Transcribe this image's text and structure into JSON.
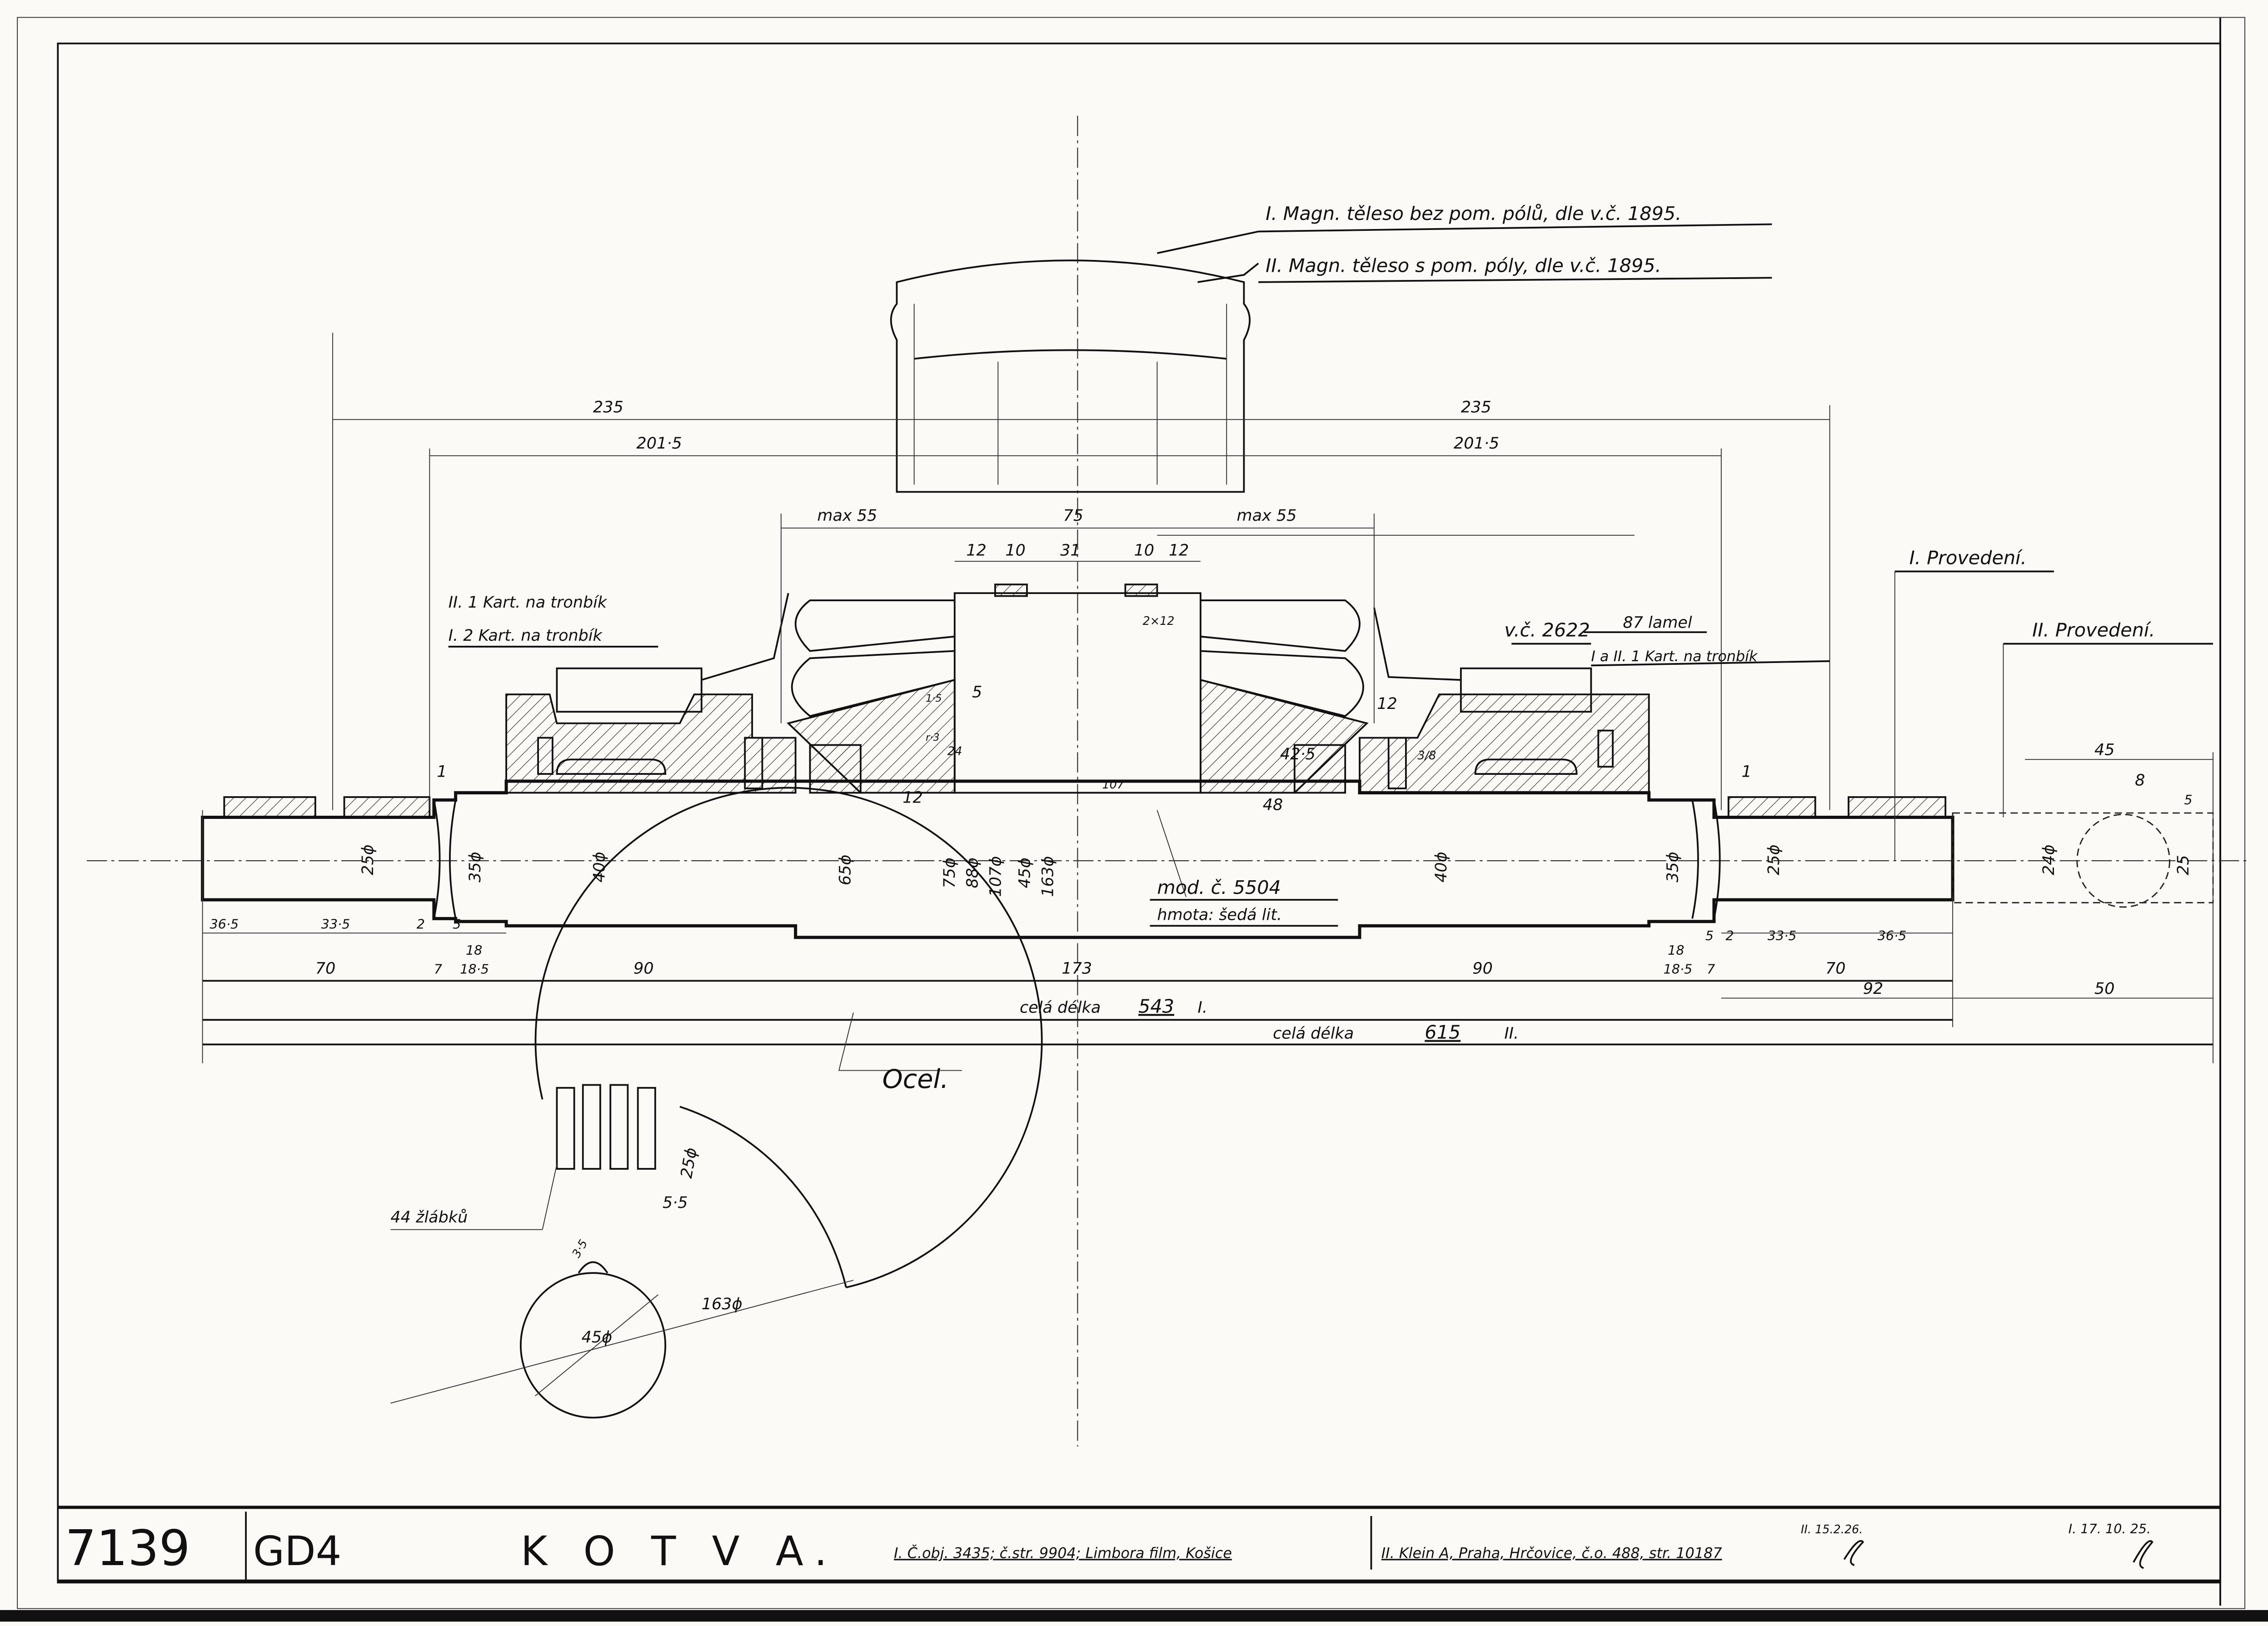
{
  "title_block": {
    "drawing_number": "7139",
    "code": "GD4",
    "title": "K O T V A.",
    "order_I": "I. Č.obj. 3435; č.str. 9904; Limbora film, Košice",
    "order_II": "II. Klein A, Praha, Hrčovice, č.o. 488, str. 10187",
    "date_II": "II. 15.2.26.",
    "date_I": "I. 17. 10. 25."
  },
  "notes": {
    "magnet_I": "I. Magn. těleso bez pom. pólů, dle v.č. 1895.",
    "magnet_II": "II. Magn. těleso s pom. póly, dle v.č. 1895.",
    "kart_II": "II. 1 Kart. na tronbík",
    "kart_I": "I. 2 Kart. na tronbík",
    "vc": "v.č. 2622",
    "lamel": "87 lamel",
    "kart_both": "I a II. 1 Kart. na tronbík",
    "provedeni_I": "I. Provedení.",
    "provedeni_II": "II. Provedení.",
    "model": "mod. č. 5504",
    "material_cast": "hmota: šedá lit.",
    "material_shaft": "Ocel.",
    "slots": "44 žlábků"
  },
  "dimensions": {
    "top_235_left": "235",
    "top_235_right": "235",
    "top_2015_left": "201·5",
    "top_2015_right": "201·5",
    "max55_left": "max 55",
    "core_75": "75",
    "max55_right": "max 55",
    "d12a": "12",
    "d10a": "10",
    "d31": "31",
    "d10b": "10",
    "d12b": "12",
    "slot_2x12": "2×12",
    "d5": "5",
    "d1_5": "1·5",
    "r3": "r·3",
    "d24": "24",
    "d12_left": "12",
    "d107": "107",
    "d12_right": "12",
    "d42_5": "42·5",
    "d48": "48",
    "d3_8": "3/8",
    "d1_left": "1",
    "d1_right": "1",
    "dia_25_left": "25ϕ",
    "dia_35_left": "35ϕ",
    "dia_40_left": "40ϕ",
    "dia_65": "65ϕ",
    "dia_75": "75ϕ",
    "dia_88": "88ϕ",
    "dia_107": "107ϕ",
    "dia_45": "45ϕ",
    "dia_163": "163ϕ",
    "dia_40_right": "40ϕ",
    "dia_35_right": "35ϕ",
    "dia_25_right": "25ϕ",
    "dia_24": "24ϕ",
    "dia_25_end": "25",
    "end_45": "45",
    "end_8": "8",
    "end_5": "5",
    "sub_365_left": "36·5",
    "sub_335_left": "33·5",
    "sub_2_left": "2",
    "sub_5_left": "5",
    "sub_5_right": "5",
    "sub_2_right": "2",
    "sub_335_right": "33·5",
    "sub_365_right": "36·5",
    "len_70_left": "70",
    "len_7_left": "7",
    "len_18_left": "18",
    "len_185_left": "18·5",
    "len_90_left": "90",
    "len_173": "173",
    "len_90_right": "90",
    "len_18_right": "18",
    "len_185_right": "18·5",
    "len_7_right": "7",
    "len_70_right": "70",
    "len_92": "92",
    "len_50": "50",
    "total_I_label": "celá délka",
    "total_I_value": "543",
    "total_I_variant": "I.",
    "total_II_label": "celá délka",
    "total_II_value": "615",
    "total_II_variant": "II.",
    "sec_25": "25ϕ",
    "sec_5_5": "5·5",
    "sec_3_5": "3·5",
    "sec_45": "45ϕ",
    "sec_163": "163ϕ"
  }
}
